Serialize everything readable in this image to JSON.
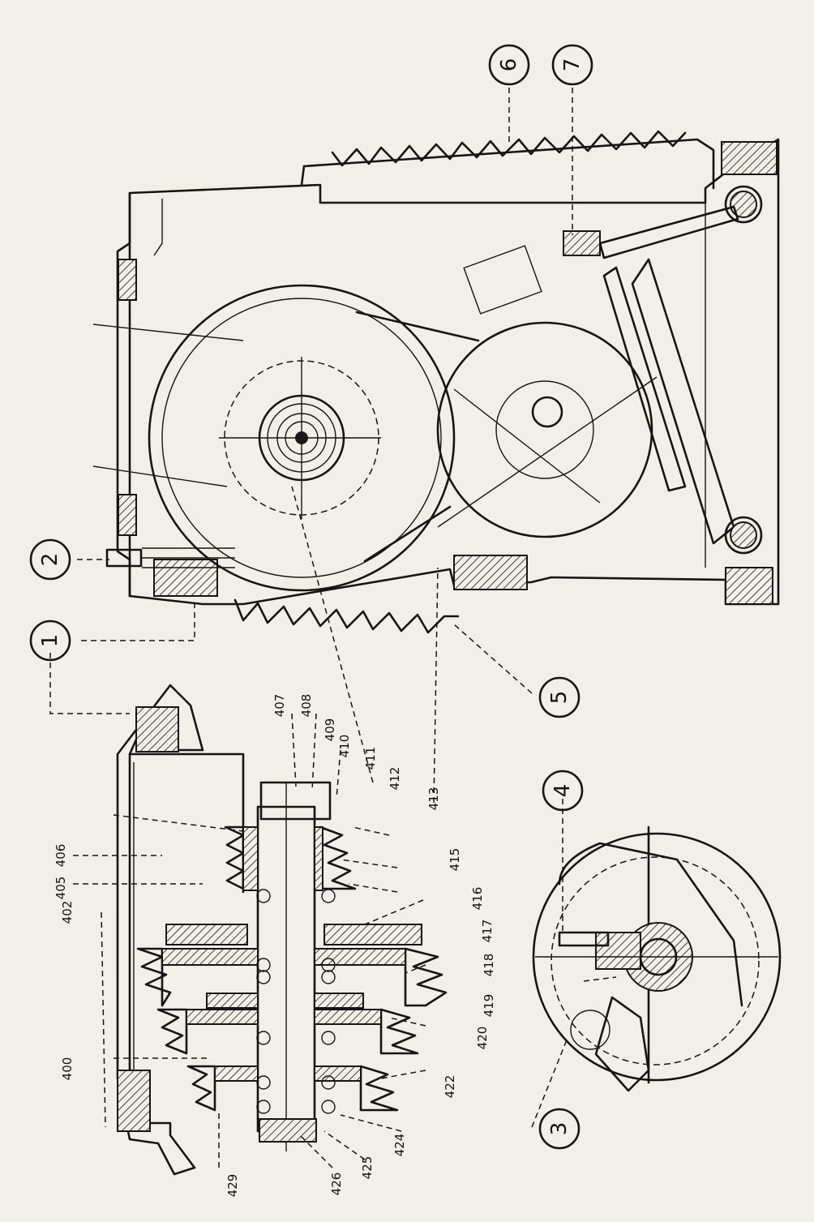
{
  "callouts": [
    "1",
    "2",
    "3",
    "4",
    "5",
    "6",
    "7"
  ],
  "parts": [
    "400",
    "402",
    "405",
    "406",
    "407",
    "408",
    "409",
    "410",
    "411",
    "412",
    "413",
    "415",
    "416",
    "417",
    "418",
    "419",
    "420",
    "422",
    "424",
    "425",
    "426",
    "429"
  ],
  "colors": {
    "paper": "#f1efe8",
    "ink": "#151515"
  }
}
